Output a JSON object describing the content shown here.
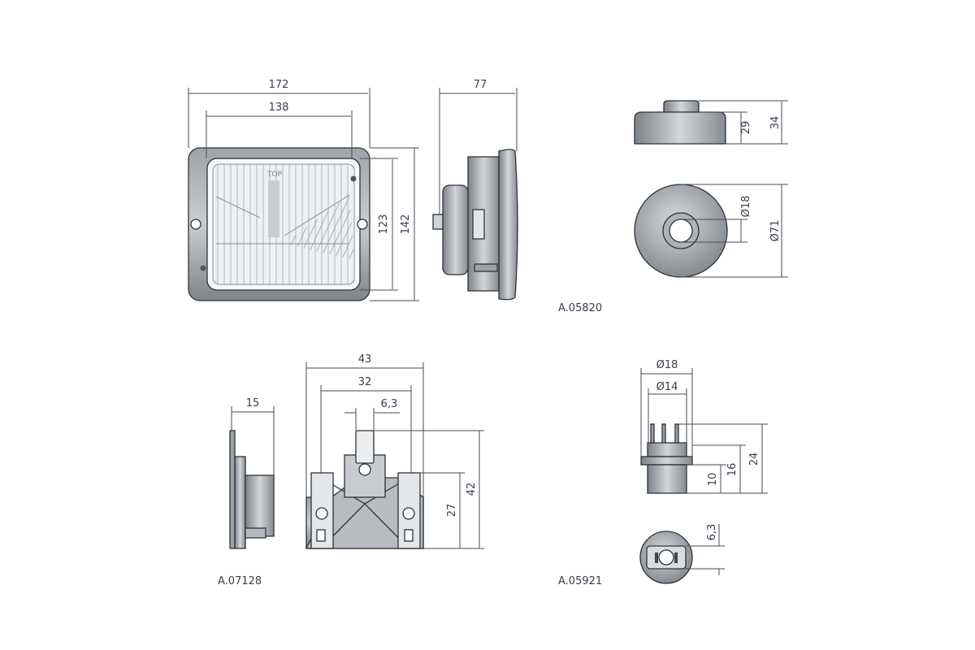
{
  "headlamp": {
    "dims": {
      "width_outer": "172",
      "width_inner": "138",
      "height_inner": "123",
      "height_outer": "142",
      "depth": "77"
    },
    "lens_marking": "TOP",
    "ref": "A.05820"
  },
  "cap": {
    "dims": {
      "height_inner": "29",
      "height_outer": "34",
      "hole_dia": "Ø18",
      "outer_dia": "Ø71"
    }
  },
  "socket": {
    "dims": {
      "depth": "15",
      "width_outer": "43",
      "width_inner": "32",
      "tab_width": "6,3",
      "height_mid": "27",
      "height_total": "42"
    },
    "ref": "A.07128"
  },
  "plug": {
    "dims": {
      "outer_dia": "Ø18",
      "inner_dia": "Ø14",
      "h1": "10",
      "h2": "16",
      "h3": "24",
      "tab_width": "6,3"
    },
    "ref": "A.05921"
  },
  "colors": {
    "body": "#8c9196",
    "lens": "#eef1f3",
    "line": "#4a4a55"
  }
}
